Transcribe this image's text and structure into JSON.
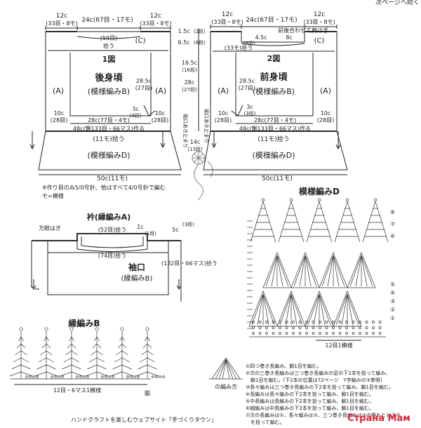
{
  "header_note": "次ページへ続く",
  "back": {
    "title": "1図",
    "name": "後身頃",
    "pattern": "(模様編みB)",
    "shoulder_left": "12c",
    "shoulder_left_sub": "(33目・8モ)",
    "neck": "24c(67目・17モ)",
    "shoulder_right": "12c",
    "shoulder_right_sub": "(33目・8モ)",
    "neck_pick": "(59目)",
    "pick": "拾う",
    "c_label": "(C)",
    "a_left": "(A)",
    "a_right": "(A)",
    "side_h": "28.5c",
    "side_rows": "(27段)",
    "side_rows_unit": "段",
    "dec_3c": "3c",
    "dec_3c_sub": "(3段)",
    "side_10c": "10c",
    "side_10c_sub": "(28目)",
    "width_28": "28c(77目・4モ)",
    "width_48": "48c(鎖133目・66マス)作る",
    "pick_11": "(11モ)拾う",
    "d_label": "(模様編みD)",
    "bottom": "50c(11モ)"
  },
  "front": {
    "title": "2図",
    "name": "前身頃",
    "pattern": "(模様編みB)",
    "shoulder_left": "12c",
    "shoulder_left_sub": "(33目・8モ)",
    "neck": "24c(67目・17モ)",
    "shoulder_right": "12c",
    "shoulder_right_sub": "(33目・8モ)",
    "neck_drop": "4.5c",
    "neck_drop_sub": "(5段)",
    "neck_side": "8c",
    "join_note": "前後合わせて肩はぎ",
    "neck_pick": "(33モ)拾う",
    "c_label": "(C)",
    "a_left": "(A)",
    "a_right": "(A)",
    "side_h": "28.5c",
    "side_rows": "(27段)",
    "dec_3c": "3c",
    "dec_3c_sub": "(3段)",
    "side_10c": "10c",
    "side_10c_sub": "(28目)",
    "width_28": "28c(77目・4モ)",
    "width_48": "48c(鎖133目・66マス)作る",
    "pick_11": "(11モ)拾う",
    "d_label": "(模様編みD)",
    "bottom": "50c(11モ)"
  },
  "center_dims": {
    "d1": "1.5c",
    "d1_sub": "(2段)",
    "d2": "6.5c",
    "d2_sub": "(6段)",
    "d3": "16.5c",
    "d3_sub": "(16段)",
    "d4": "28c",
    "d4_sub": "(27段)",
    "opening": "袖口あき止まり",
    "d5": "14c",
    "d5_sub": "(13段)"
  },
  "note_line1": "※作り目のみ5/0号針、他はすべて4/0号針で編む",
  "note_line2": "モ=模様",
  "collar": {
    "title": "衿(縁編みA)",
    "label_left": "方眼はぎ",
    "pick_52": "(52目)拾う",
    "pick_74": "(74目)拾う",
    "dim_1c": "1c",
    "dim_1c_sub": "(1段)",
    "dim_5c": "5c",
    "dim_5c_sub": "(3段)"
  },
  "cuff": {
    "title": "袖口",
    "sub": "(縁編みB)",
    "pick": "(132目・66マス)拾う"
  },
  "edge_b": {
    "title": "縁編みB",
    "repeat": "12目・6マス1模様",
    "side": "脇"
  },
  "pattern_d": {
    "title": "模様編みD",
    "repeat": "12目1模様",
    "rows": [
      "⑧",
      "⑦",
      "⑥",
      "⑤",
      "④",
      "③",
      "②",
      "①"
    ]
  },
  "legend": {
    "caption": "の編み方",
    "items": [
      "①四つ巻き長編み、鎖1目を編む。",
      "②次の三巻き長編みは三つ巻き長編みの足の下2本を拾って編み、",
      "　鎖1目を編む。(下2本の位置は72ページ　Y字編みの③参照)",
      "③長々編みは三つ巻き長編みの下2本を拾って編み、鎖1目を編む。",
      "④長編みは長々編みの下2本を拾って編み、鎖1目を編む。",
      "⑤中長編みは長編みの下2本を拾って編み、鎖1目を編む。",
      "⑥細編みは中長編みの下2本を拾って編み、鎖1目を編む。",
      "⑦次の長編みは①、長々編みは②、三つ巻き長編みは③の根もとところ",
      "　を拾って編む。"
    ]
  },
  "footer": "ハンドクラフトを楽しむウェブサイト「手づくりタウン」",
  "watermark": "Страна Мам"
}
